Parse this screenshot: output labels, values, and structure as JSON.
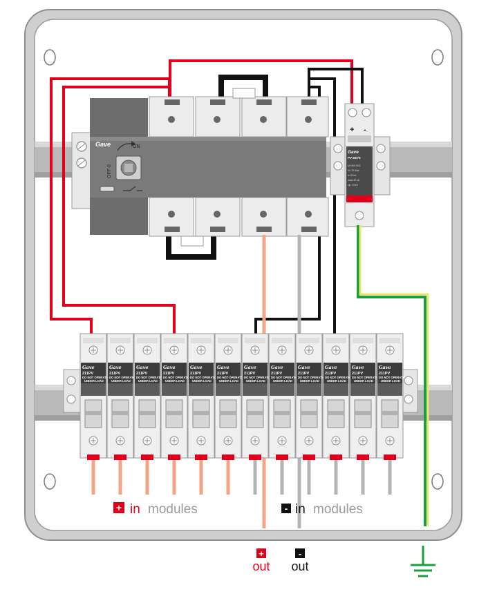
{
  "legend": {
    "plus_symbol": "+",
    "minus_symbol": "-",
    "in_word": "in",
    "modules_word": "modules",
    "out_word": "out"
  },
  "isolator": {
    "brand": "Gave",
    "on_label": "ON",
    "off_label": "OFF 0"
  },
  "spd": {
    "plus_label": "+",
    "minus_label": "-",
    "brand": "Gave",
    "model": "PV-40/75",
    "specs": [
      "Un 500 VDC",
      "Uc 75 V/ac",
      "In 20 kA",
      "Imax 40 kA",
      "Up 1.5 kV"
    ]
  },
  "fuse_holder": {
    "brand": "Gave",
    "model": "211PV",
    "warning_line1": "DO NOT OPERATE",
    "warning_line2": "UNDER LOAD",
    "count": 12
  },
  "colors": {
    "positive": "#e1001a",
    "negative": "#000000",
    "positive_cable": "#f4a486",
    "negative_cable": "#b4b4b4",
    "earth_green": "#1d9e3c",
    "earth_yellow": "#e8e86c",
    "module_gray": "#8a8a8a"
  }
}
